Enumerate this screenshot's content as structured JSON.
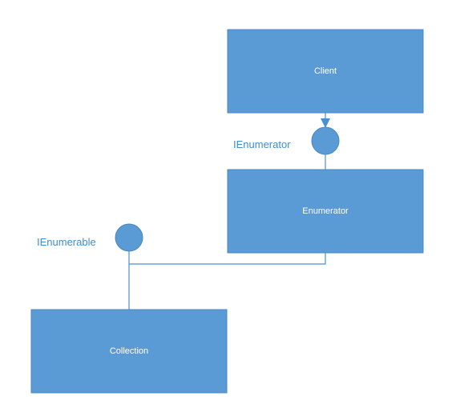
{
  "diagram": {
    "boxes": {
      "client": {
        "label": "Client"
      },
      "enumerator": {
        "label": "Enumerator"
      },
      "collection": {
        "label": "Collection"
      }
    },
    "interfaces": {
      "ienumerator": {
        "label": "IEnumerator"
      },
      "ienumerable": {
        "label": "IEnumerable"
      }
    }
  },
  "colors": {
    "box_fill": "#5b9bd5",
    "box_stroke": "#4a87c0",
    "line": "#4a90d0",
    "interface_label": "#3e8ed4",
    "box_text": "#ffffff"
  }
}
